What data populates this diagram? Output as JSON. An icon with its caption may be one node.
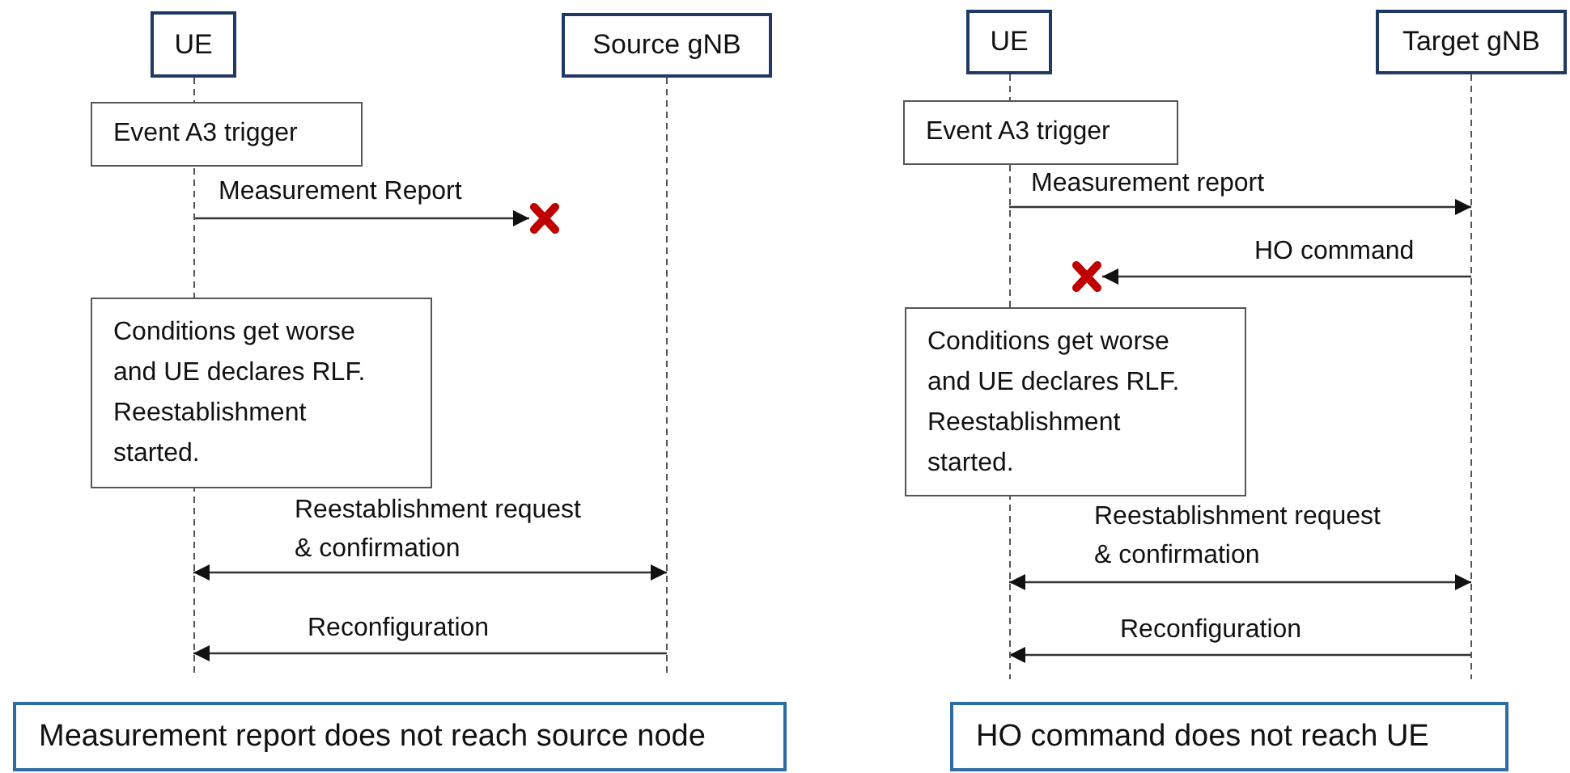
{
  "diagram": {
    "nodes": [
      {
        "text": [
          "UE"
        ]
      },
      {
        "text": [
          "Source gNB"
        ]
      },
      {
        "text": [
          "Event A3 trigger"
        ]
      },
      {
        "text": [],
        "shape": "cross"
      },
      {
        "text": [
          "Conditions get worse and UE declares RLF. Reestablishment started."
        ]
      },
      {
        "text": [
          "Measurement report does not reach source node"
        ]
      },
      {
        "text": [
          "UE"
        ]
      },
      {
        "text": [
          "Target gNB"
        ]
      },
      {
        "text": [
          "Event A3 trigger"
        ]
      },
      {
        "text": [],
        "shape": "cross"
      },
      {
        "text": [
          "Conditions get worse and UE declares RLF. Reestablishment started."
        ]
      },
      {
        "text": [
          "HO command does not reach UE"
        ]
      }
    ],
    "edges": [
      {
        "from": 0,
        "to": 3,
        "arrow": "to",
        "label": "Measurement Report"
      },
      {
        "from": 0,
        "to": 1,
        "arrow": "both",
        "label": "Reestablishment request & confirmation"
      },
      {
        "from": 1,
        "to": 0,
        "arrow": "to",
        "label": "Reconfiguration"
      },
      {
        "from": 6,
        "to": 7,
        "arrow": "to",
        "label": "Measurement report"
      },
      {
        "from": 7,
        "to": 9,
        "arrow": "to",
        "label": "HO command"
      },
      {
        "from": 6,
        "to": 7,
        "arrow": "both",
        "label": "Reestablishment request & confirmation"
      },
      {
        "from": 7,
        "to": 6,
        "arrow": "to",
        "label": "Reconfiguration"
      }
    ]
  }
}
